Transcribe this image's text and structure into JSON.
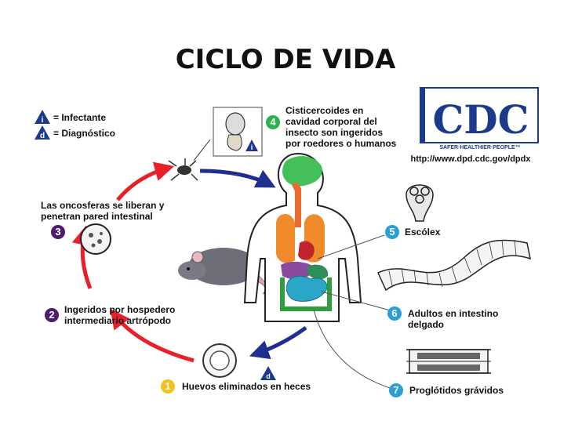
{
  "title": "CICLO DE VIDA",
  "legend": {
    "infectante_marker": "i",
    "infectante_label": "= Infectante",
    "diagnostico_marker": "d",
    "diagnostico_label": "= Diagnóstico"
  },
  "cdc": {
    "logo": "CDC",
    "tagline": "SAFER·HEALTHIER·PEOPLE™",
    "url": "http://www.dpd.cdc.gov/dpdx"
  },
  "stages": [
    {
      "number": "1",
      "lines": [
        "Huevos eliminados en heces"
      ],
      "color": "#f2c21a"
    },
    {
      "number": "2",
      "lines": [
        "Ingeridos por hospedero",
        "intermediario artrópodo"
      ],
      "color": "#4b1d6b"
    },
    {
      "number": "3",
      "lines": [
        "Las oncosferas se liberan y",
        "penetran pared intestinal"
      ],
      "color": "#4b1d6b"
    },
    {
      "number": "4",
      "lines": [
        "Cisticercoides en",
        "cavidad corporal del",
        "insecto son ingeridos",
        "por roedores o humanos"
      ],
      "color": "#2bb24c"
    },
    {
      "number": "5",
      "lines": [
        "Escólex"
      ],
      "color": "#2a9fd6"
    },
    {
      "number": "6",
      "lines": [
        "Adultos en intestino",
        "delgado"
      ],
      "color": "#2a9fd6"
    },
    {
      "number": "7",
      "lines": [
        "Proglótidos grávidos"
      ],
      "color": "#2a9fd6"
    }
  ],
  "markers": {
    "egg_marker": "d",
    "cyst_marker": "i"
  },
  "colors": {
    "red_arrow": "#e8202a",
    "blue_arrow": "#1f2f8f",
    "legend_blue": "#1c3a8c",
    "cdc_blue": "#1c3a8c"
  }
}
